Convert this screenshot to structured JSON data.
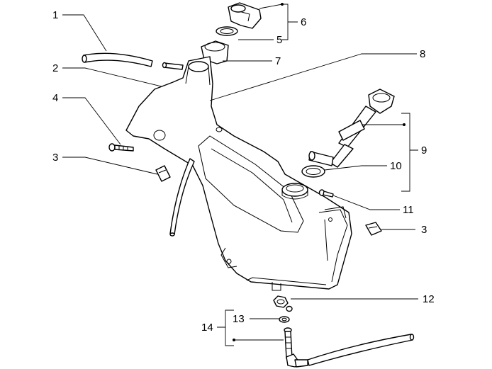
{
  "callouts": {
    "c1": "1",
    "c2": "2",
    "c3a": "3",
    "c3b": "3",
    "c4": "4",
    "c5": "5",
    "c6": "6",
    "c7": "7",
    "c8": "8",
    "c9": "9",
    "c10": "10",
    "c11": "11",
    "c12": "12",
    "c13": "13",
    "c14": "14"
  }
}
